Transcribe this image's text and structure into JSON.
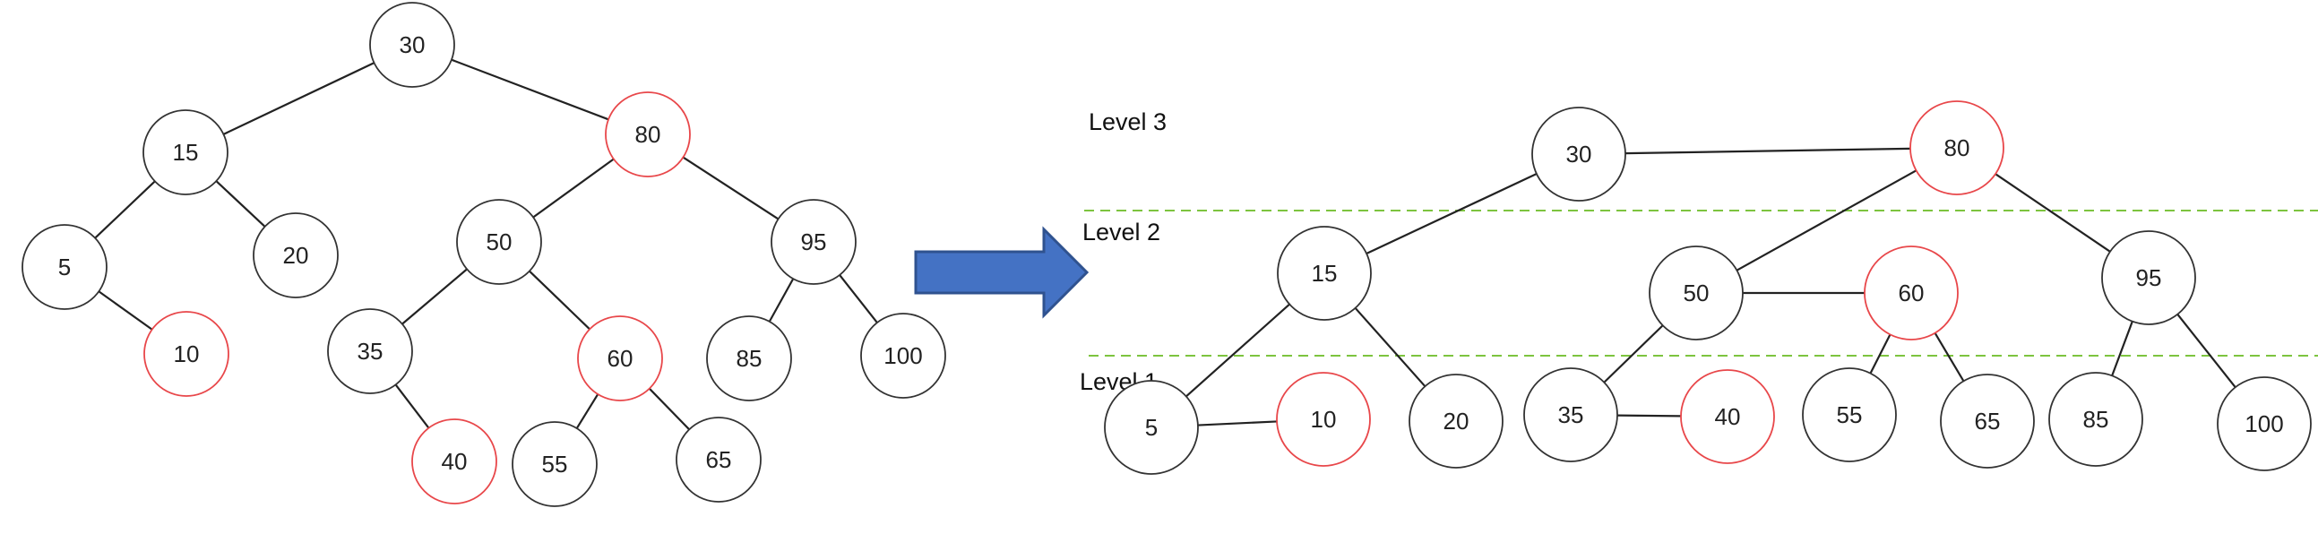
{
  "colors": {
    "black_node": "#333333",
    "red_node": "#e8474a",
    "edge": "#222222",
    "arrow_fill": "#4472c4",
    "arrow_stroke": "#2f528f",
    "level_line": "#7dc43f"
  },
  "left_tree": {
    "nodes": [
      {
        "label": "30",
        "color": "black"
      },
      {
        "label": "15",
        "color": "black"
      },
      {
        "label": "80",
        "color": "red"
      },
      {
        "label": "5",
        "color": "black"
      },
      {
        "label": "20",
        "color": "black"
      },
      {
        "label": "10",
        "color": "red"
      },
      {
        "label": "50",
        "color": "black"
      },
      {
        "label": "95",
        "color": "black"
      },
      {
        "label": "35",
        "color": "black"
      },
      {
        "label": "60",
        "color": "red"
      },
      {
        "label": "85",
        "color": "black"
      },
      {
        "label": "100",
        "color": "black"
      },
      {
        "label": "40",
        "color": "red"
      },
      {
        "label": "55",
        "color": "black"
      },
      {
        "label": "65",
        "color": "black"
      }
    ],
    "edges": [
      [
        "30",
        "15"
      ],
      [
        "30",
        "80"
      ],
      [
        "15",
        "5"
      ],
      [
        "15",
        "20"
      ],
      [
        "5",
        "10"
      ],
      [
        "80",
        "50"
      ],
      [
        "80",
        "95"
      ],
      [
        "50",
        "35"
      ],
      [
        "50",
        "60"
      ],
      [
        "35",
        "40"
      ],
      [
        "60",
        "55"
      ],
      [
        "60",
        "65"
      ],
      [
        "95",
        "85"
      ],
      [
        "95",
        "100"
      ]
    ]
  },
  "right_tree": {
    "levels": [
      {
        "label": "Level 3"
      },
      {
        "label": "Level 2"
      },
      {
        "label": "Level 1"
      }
    ],
    "nodes": [
      {
        "label": "30",
        "color": "black"
      },
      {
        "label": "80",
        "color": "red"
      },
      {
        "label": "15",
        "color": "black"
      },
      {
        "label": "50",
        "color": "black"
      },
      {
        "label": "60",
        "color": "red"
      },
      {
        "label": "95",
        "color": "black"
      },
      {
        "label": "5",
        "color": "black"
      },
      {
        "label": "10",
        "color": "red"
      },
      {
        "label": "20",
        "color": "black"
      },
      {
        "label": "35",
        "color": "black"
      },
      {
        "label": "40",
        "color": "red"
      },
      {
        "label": "55",
        "color": "black"
      },
      {
        "label": "65",
        "color": "black"
      },
      {
        "label": "85",
        "color": "black"
      },
      {
        "label": "100",
        "color": "black"
      }
    ],
    "edges": [
      [
        "30",
        "80"
      ],
      [
        "30",
        "15"
      ],
      [
        "80",
        "50"
      ],
      [
        "80",
        "95"
      ],
      [
        "50",
        "60"
      ],
      [
        "15",
        "5"
      ],
      [
        "15",
        "20"
      ],
      [
        "5",
        "10"
      ],
      [
        "50",
        "35"
      ],
      [
        "35",
        "40"
      ],
      [
        "60",
        "55"
      ],
      [
        "60",
        "65"
      ],
      [
        "95",
        "85"
      ],
      [
        "95",
        "100"
      ]
    ]
  }
}
